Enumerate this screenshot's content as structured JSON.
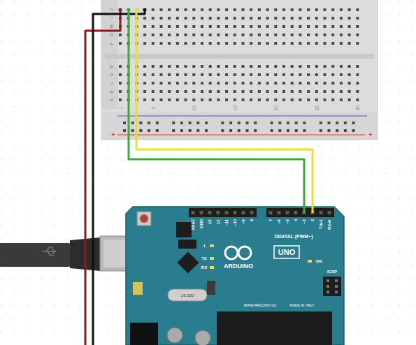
{
  "diagram": {
    "labels": [
      "J",
      "I",
      "H",
      "G",
      "F",
      "E",
      "D",
      "C",
      "B",
      "A",
      "1",
      "5",
      "10",
      "15",
      "20",
      "25",
      "30",
      "+",
      "+",
      "AREF",
      "GND",
      "13",
      "12",
      "~11",
      "~10",
      "~9",
      "8",
      "7",
      "~6",
      "~5",
      "4",
      "~3",
      "2",
      "TX▸1",
      "RX◂0",
      "DIGITAL (PWM~)",
      "UNO",
      "ARDUINO",
      "L",
      "TX",
      "RX",
      "ON",
      "ICSP",
      "16.000",
      "WWW.ARDUINO.CC",
      "MADE IN ITALY"
    ]
  }
}
